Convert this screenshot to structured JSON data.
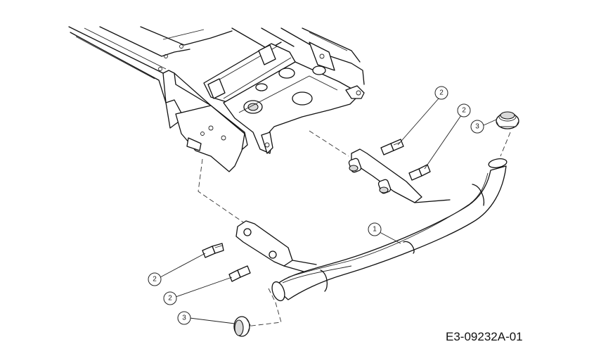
{
  "drawing_code": "E3-09232A-01",
  "callouts": [
    {
      "id": "c1",
      "label": "1"
    },
    {
      "id": "c2a",
      "label": "2"
    },
    {
      "id": "c2b",
      "label": "2"
    },
    {
      "id": "c2c",
      "label": "2"
    },
    {
      "id": "c2d",
      "label": "2"
    },
    {
      "id": "c3a",
      "label": "3"
    },
    {
      "id": "c3b",
      "label": "3"
    }
  ]
}
